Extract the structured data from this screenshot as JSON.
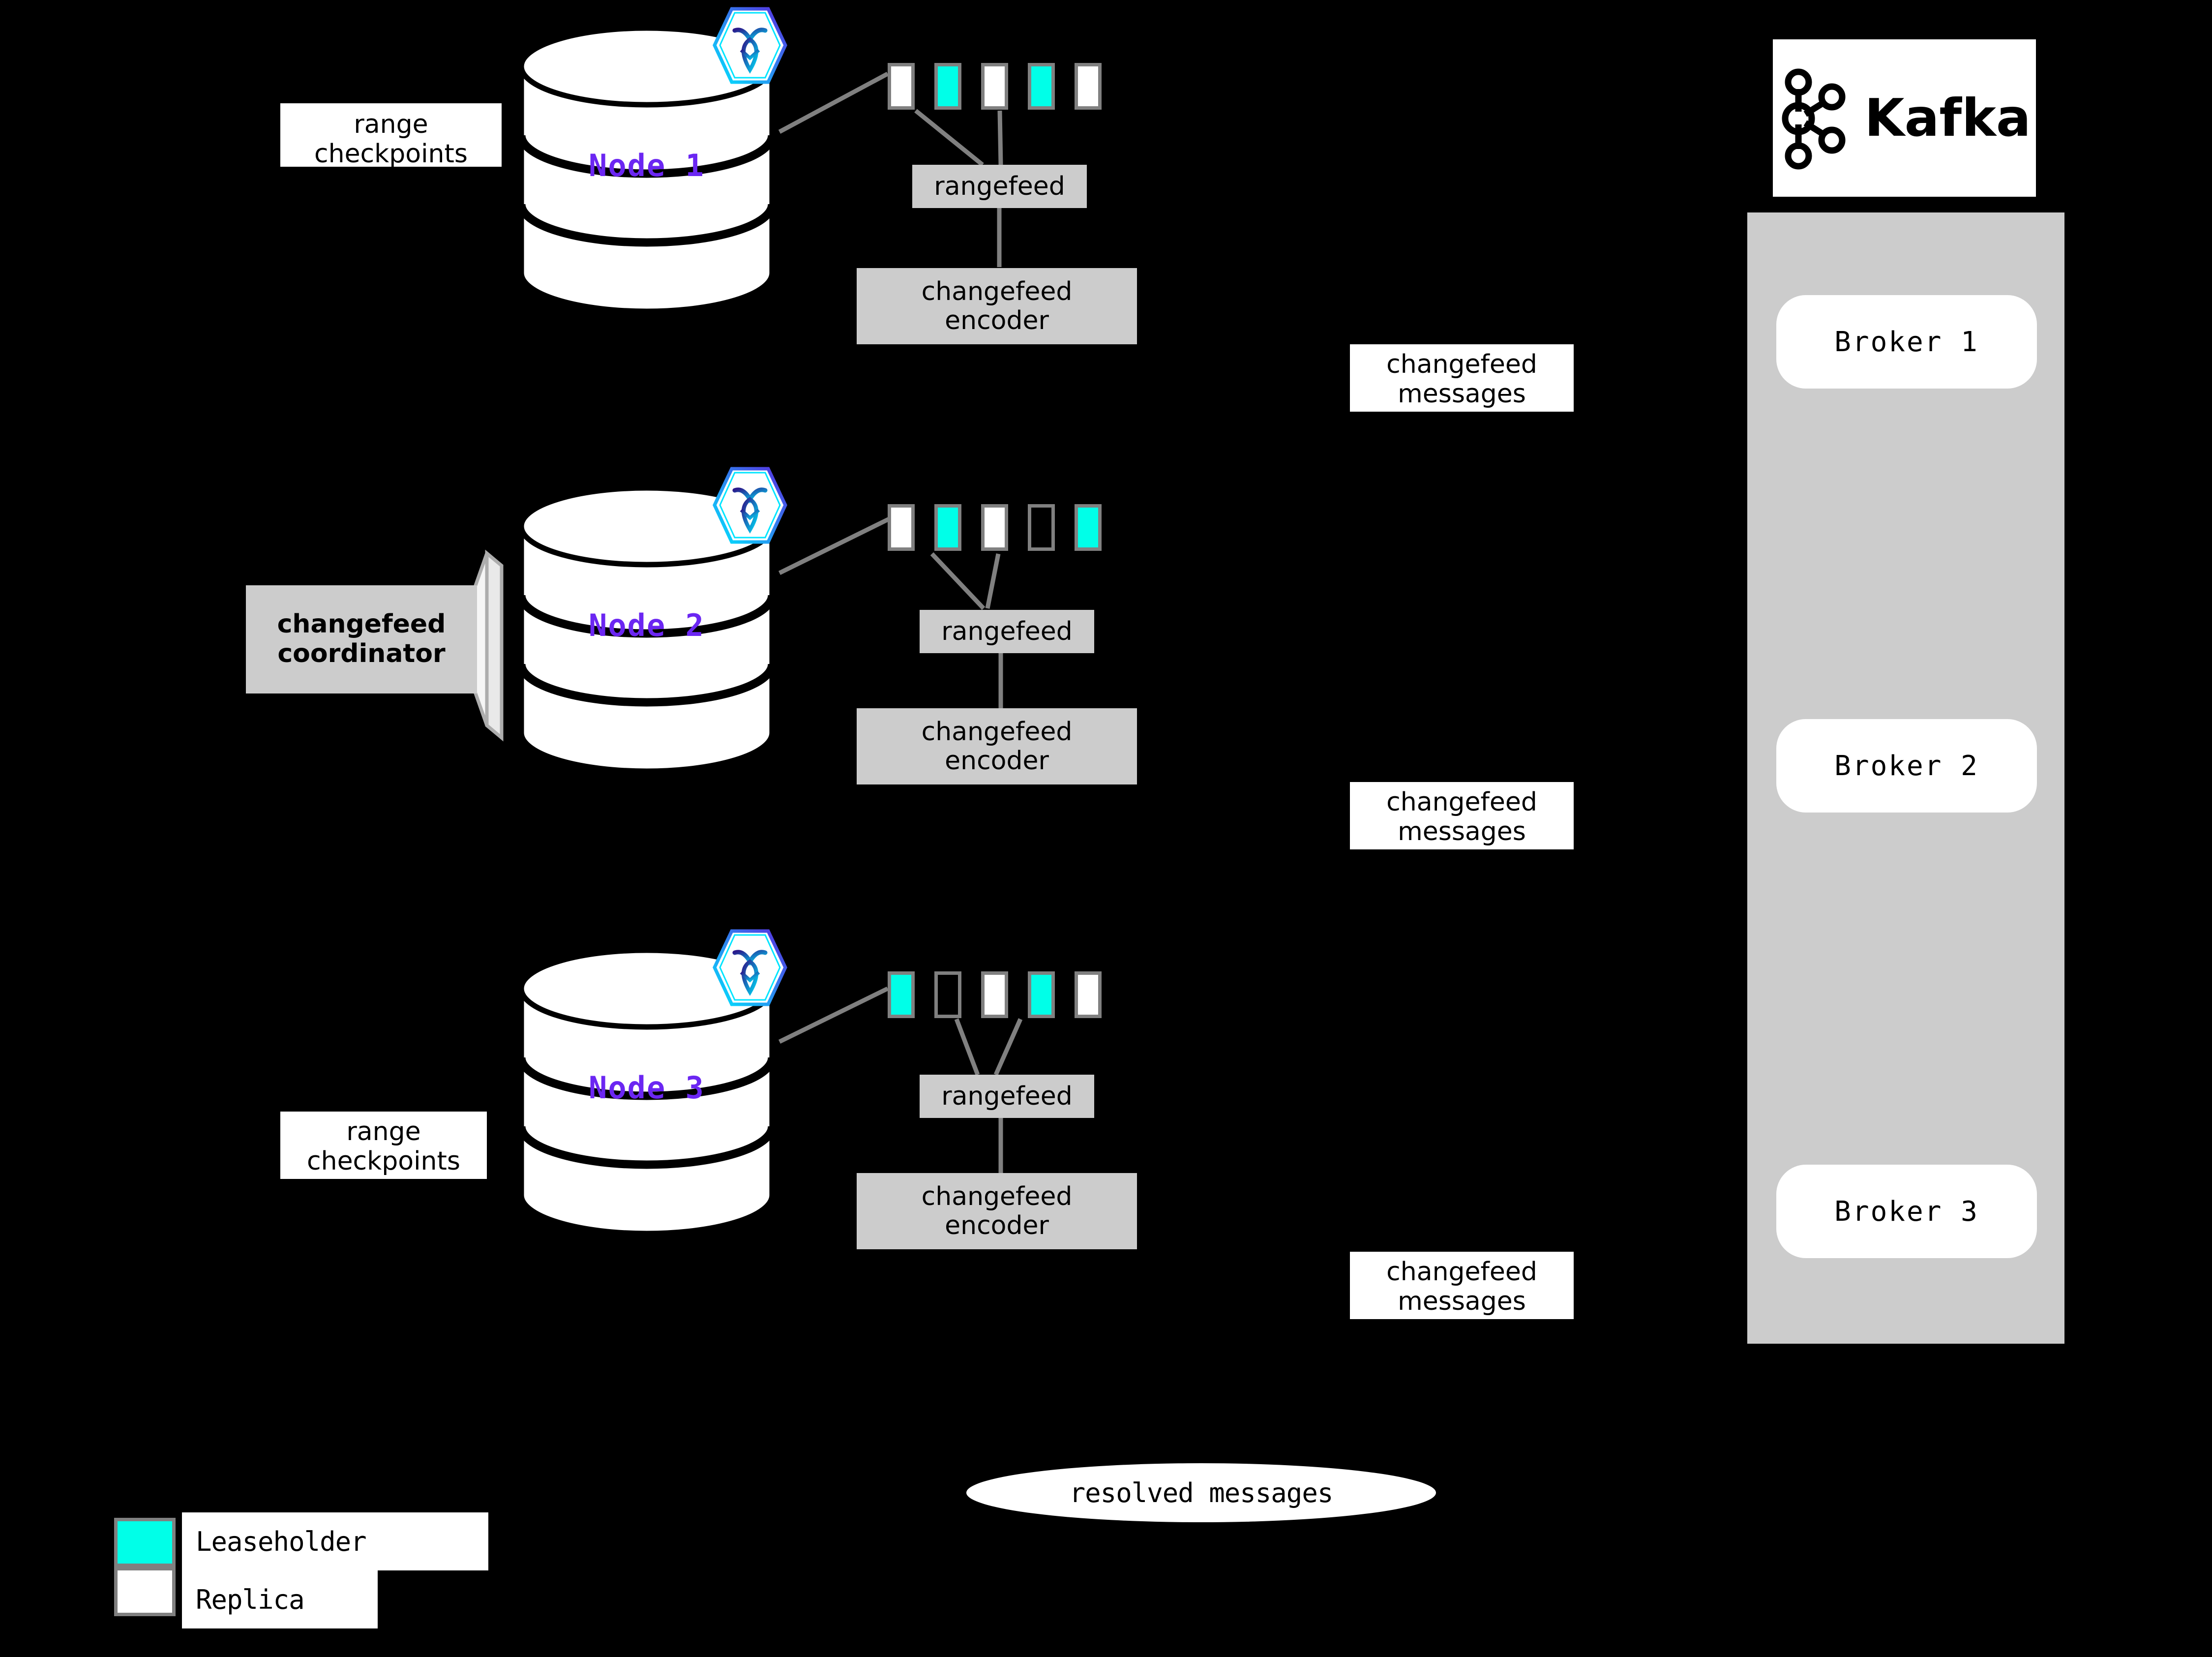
{
  "diagram": {
    "title": "CockroachDB changefeed to Kafka architecture",
    "background": "#000000",
    "colors": {
      "leaseholder": "#00FFE8",
      "replica": "#FFFFFF",
      "process_box": "#CCCCCC",
      "node_label": "#6B26F2",
      "connector": "#808080",
      "kafka_panel": "#CCCCCC"
    }
  },
  "nodes": [
    {
      "label": "Node 1",
      "logo_icon": "cockroachdb-icon",
      "callout": {
        "line1": "range",
        "line2": "checkpoints"
      },
      "ranges": [
        {
          "kind": "replica"
        },
        {
          "kind": "leaseholder"
        },
        {
          "kind": "replica"
        },
        {
          "kind": "leaseholder"
        },
        {
          "kind": "replica"
        }
      ],
      "rangefeed_label": "rangefeed",
      "encoder": {
        "line1": "changefeed",
        "line2": "encoder"
      },
      "messages": {
        "line1": "changefeed",
        "line2": "messages"
      }
    },
    {
      "label": "Node 2",
      "logo_icon": "cockroachdb-icon",
      "coordinator": {
        "line1": "changefeed",
        "line2": "coordinator"
      },
      "ranges": [
        {
          "kind": "replica"
        },
        {
          "kind": "leaseholder"
        },
        {
          "kind": "replica"
        },
        {
          "kind": "empty"
        },
        {
          "kind": "leaseholder"
        }
      ],
      "rangefeed_label": "rangefeed",
      "encoder": {
        "line1": "changefeed",
        "line2": "encoder"
      },
      "messages": {
        "line1": "changefeed",
        "line2": "messages"
      }
    },
    {
      "label": "Node 3",
      "logo_icon": "cockroachdb-icon",
      "callout": {
        "line1": "range",
        "line2": "checkpoints"
      },
      "ranges": [
        {
          "kind": "leaseholder"
        },
        {
          "kind": "empty"
        },
        {
          "kind": "replica"
        },
        {
          "kind": "leaseholder"
        },
        {
          "kind": "replica"
        }
      ],
      "rangefeed_label": "rangefeed",
      "encoder": {
        "line1": "changefeed",
        "line2": "encoder"
      },
      "messages": {
        "line1": "changefeed",
        "line2": "messages"
      }
    }
  ],
  "kafka": {
    "logo_text": "Kafka",
    "logo_icon": "kafka-icon",
    "brokers": [
      {
        "label": "Broker 1"
      },
      {
        "label": "Broker 2"
      },
      {
        "label": "Broker 3"
      }
    ]
  },
  "resolved": {
    "label": "resolved messages"
  },
  "legend": {
    "items": [
      {
        "swatch": "leaseholder",
        "label": "Leaseholder"
      },
      {
        "swatch": "replica",
        "label": "Replica"
      }
    ]
  }
}
